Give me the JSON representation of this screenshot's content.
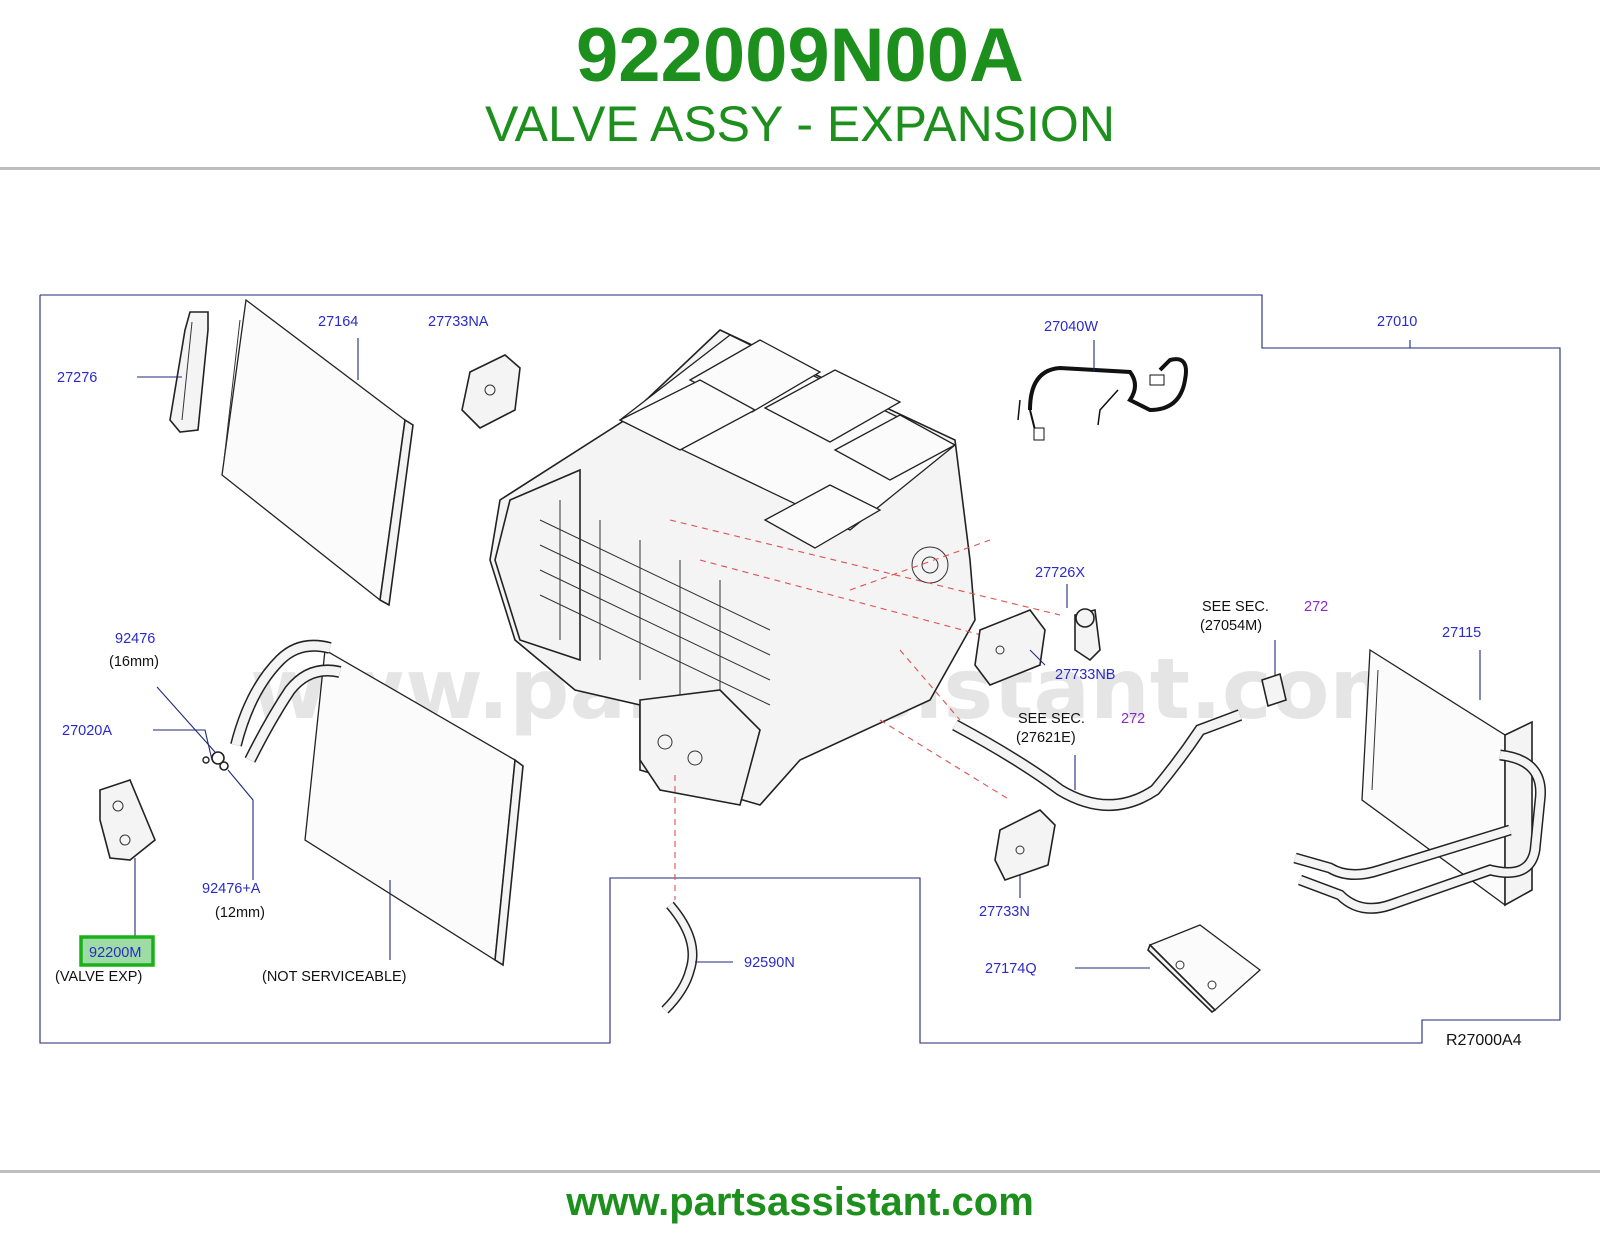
{
  "header": {
    "part_number": "922009N00A",
    "part_title": "VALVE ASSY - EXPANSION"
  },
  "diagram": {
    "drawing_id": "R27000A4",
    "watermark": "www.partsassistant.com",
    "callouts": {
      "c27276": "27276",
      "c27164": "27164",
      "c27733NA": "27733NA",
      "c27040W": "27040W",
      "c27010": "27010",
      "c27726X": "27726X",
      "c27733NB": "27733NB",
      "c92476": "92476",
      "c92476_size": "(16mm)",
      "c27020A": "27020A",
      "c92476A": "92476+A",
      "c92476A_size": "(12mm)",
      "c92200M": "92200M",
      "c92200M_note": "(VALVE EXP)",
      "not_serviceable": "(NOT SERVICEABLE)",
      "see_sec_1": "SEE SEC.",
      "see_sec_1_ref": "272",
      "see_sec_1_part": "(27054M)",
      "see_sec_2": "SEE SEC.",
      "see_sec_2_ref": "272",
      "see_sec_2_part": "(27621E)",
      "c27115": "27115",
      "c27733N": "27733N",
      "c92590N": "92590N",
      "c27174Q": "27174Q"
    },
    "highlighted_part": "92200M",
    "colors": {
      "brand_green": "#1d8f1d",
      "callout_blue": "#2a2acb",
      "reference_purple": "#8a2bc9",
      "highlight_box": "#19b019",
      "highlight_fill": "#9fdca5",
      "guide_line_red": "#e05050"
    }
  },
  "footer": {
    "url": "www.partsassistant.com"
  }
}
